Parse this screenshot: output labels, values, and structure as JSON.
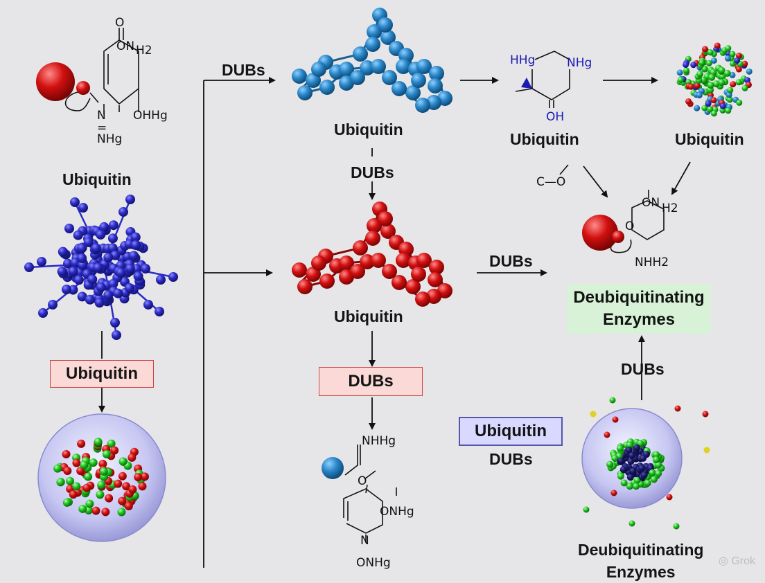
{
  "labels": {
    "ubiquitin_left": "Ubiquitin",
    "ubiquitin_top_center": "Ubiquitin",
    "ubiquitin_top_mid": "Ubiquitin",
    "ubiquitin_top_right": "Ubiquitin",
    "ubiquitin_mid": "Ubiquitin",
    "dubs_top_arrow": "DUBs",
    "dubs_vertical": "DUBs",
    "dubs_mid_arrow": "DUBs",
    "dubs_right_vertical": "DUBs",
    "dubs_under_box": "DUBs",
    "bottom_right_caption": "Deubiquitinating\nEnzymes"
  },
  "boxes": {
    "ubiquitin_red_box": "Ubiquitin",
    "dubs_red_box": "DUBs",
    "ubiquitin_purple_box": "Ubiquitin",
    "deub_green_box": "Deubiquitinating\nEnzymes"
  },
  "chem_text": {
    "top_left_no": "O",
    "top_left_onh": "ON",
    "top_left_h2": "H2",
    "top_left_n": "N",
    "top_left_ohhg": "OHHg",
    "top_left_nhg": "NHg",
    "top_left_eq": "=",
    "center_hhg": "HHg",
    "center_nhg": "NHg",
    "center_oh": "OH",
    "co_label": "C—O",
    "right_onh2": "ON",
    "right_h2": "H2",
    "right_nhh2": "NHH2",
    "right_o": "O",
    "bottom_nhhg": "NHHg",
    "bottom_o": "O",
    "bottom_onhg": "ONHg",
    "bottom_n": "N",
    "bottom_onhg2": "ONHg"
  },
  "watermark": "Grok",
  "colors": {
    "background": "#e6e6e8",
    "red_box": "#fbd9d7",
    "red_box_border": "#c44",
    "purple_box": "#d9d9ff",
    "purple_box_border": "#55a",
    "green_box": "#d8f2d8",
    "ball_blue": "#2a86c8",
    "ball_red": "#d21010",
    "ball_indigo": "#2b2bc6"
  }
}
